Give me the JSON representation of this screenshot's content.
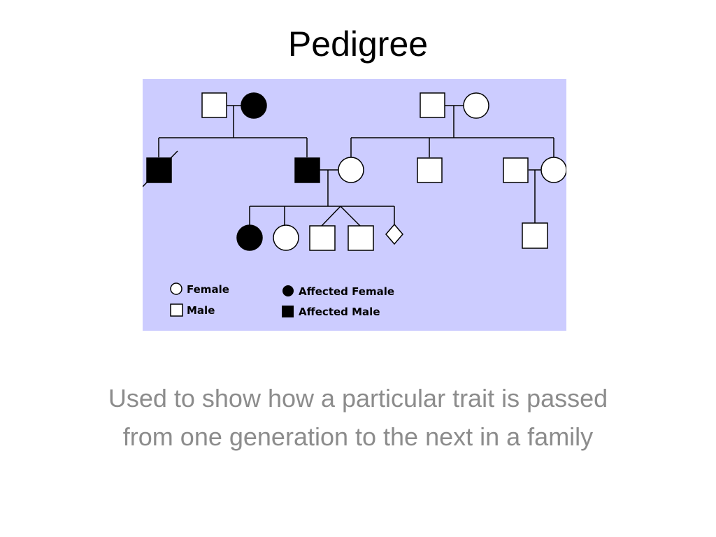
{
  "slide": {
    "title": "Pedigree",
    "caption": "Used to show how a particular trait is passed from one generation to the next in a family"
  },
  "diagram": {
    "background_color": "#ccccff",
    "affected_color": "#000000",
    "unaffected_color": "#ffffff",
    "legend": {
      "female": "Female",
      "male": "Male",
      "affected_female": "Affected Female",
      "affected_male": "Affected Male"
    }
  }
}
